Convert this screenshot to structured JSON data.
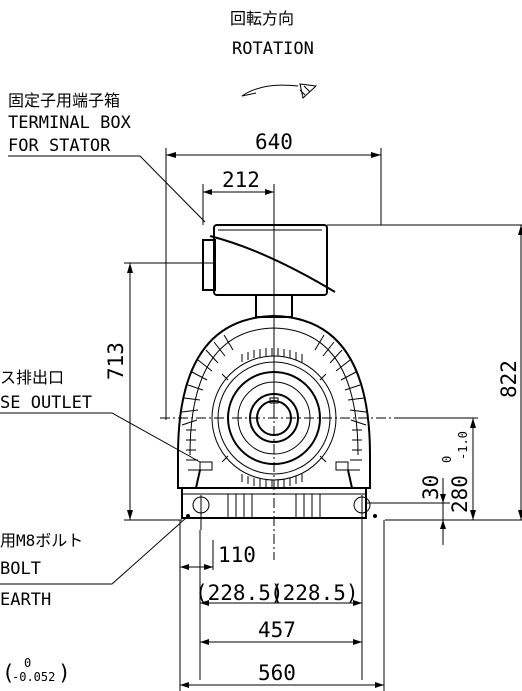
{
  "rotation": {
    "label_jp": "回転方向",
    "label_en": "ROTATION"
  },
  "terminal_box": {
    "label_jp": "固定子用端子箱",
    "label_en_1": "TERMINAL BOX",
    "label_en_2": "FOR STATOR"
  },
  "grease_outlet": {
    "label_jp": "ス排出口",
    "label_en": "SE OUTLET"
  },
  "earth_bolt": {
    "label_jp": "用M8ボルト",
    "label_en_1": "BOLT",
    "label_en_2": "EARTH"
  },
  "tolerance": {
    "text": "(-0.052)",
    "upper": "0",
    "lower": "-0.052"
  },
  "dimensions": {
    "overall_width": "640",
    "terminal_offset": "212",
    "height_left": "713",
    "height_right": "822",
    "foot_height": "30",
    "shaft_height": "280",
    "shaft_tol_upper": "0",
    "shaft_tol_lower": "-1.0",
    "foot_offset": "110",
    "half_spacing_left": "(228.5)",
    "half_spacing_right": "(228.5)",
    "foot_spacing": "457",
    "base_width": "560"
  }
}
